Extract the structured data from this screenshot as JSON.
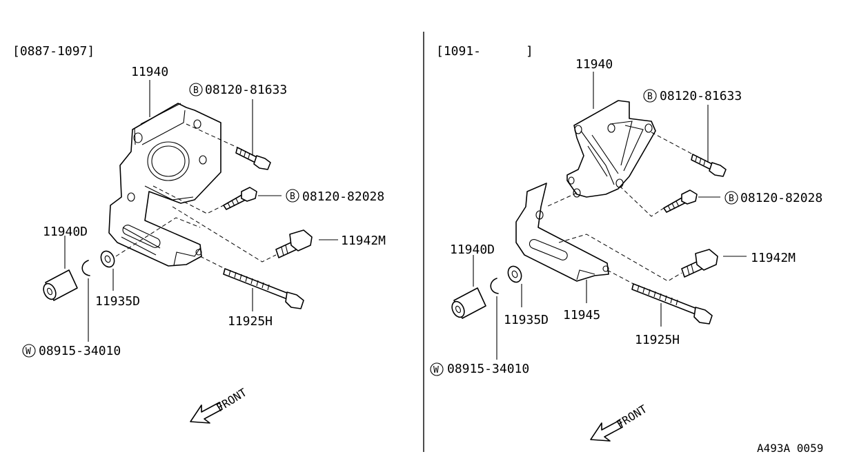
{
  "left_panel": {
    "range_label": "[0887-1097]",
    "parts": {
      "bracket": "11940",
      "bolt_upper_symbol": "B",
      "bolt_upper": "08120-81633",
      "bolt_middle_symbol": "B",
      "bolt_middle": "08120-82028",
      "spacer": "11940D",
      "bolt_large": "11942M",
      "washer": "11935D",
      "long_bolt": "11925H",
      "clip_symbol": "W",
      "clip": "08915-34010"
    },
    "front_label": "FRONT"
  },
  "right_panel": {
    "range_label": "[1091-      ]",
    "parts": {
      "bracket": "11940",
      "bolt_upper_symbol": "B",
      "bolt_upper": "08120-81633",
      "bolt_middle_symbol": "B",
      "bolt_middle": "08120-82028",
      "spacer": "11940D",
      "bolt_large": "11942M",
      "washer": "11935D",
      "plate": "11945",
      "long_bolt": "11925H",
      "clip_symbol": "W",
      "clip": "08915-34010"
    },
    "front_label": "FRONT"
  },
  "diagram_code": "A493A 0059"
}
